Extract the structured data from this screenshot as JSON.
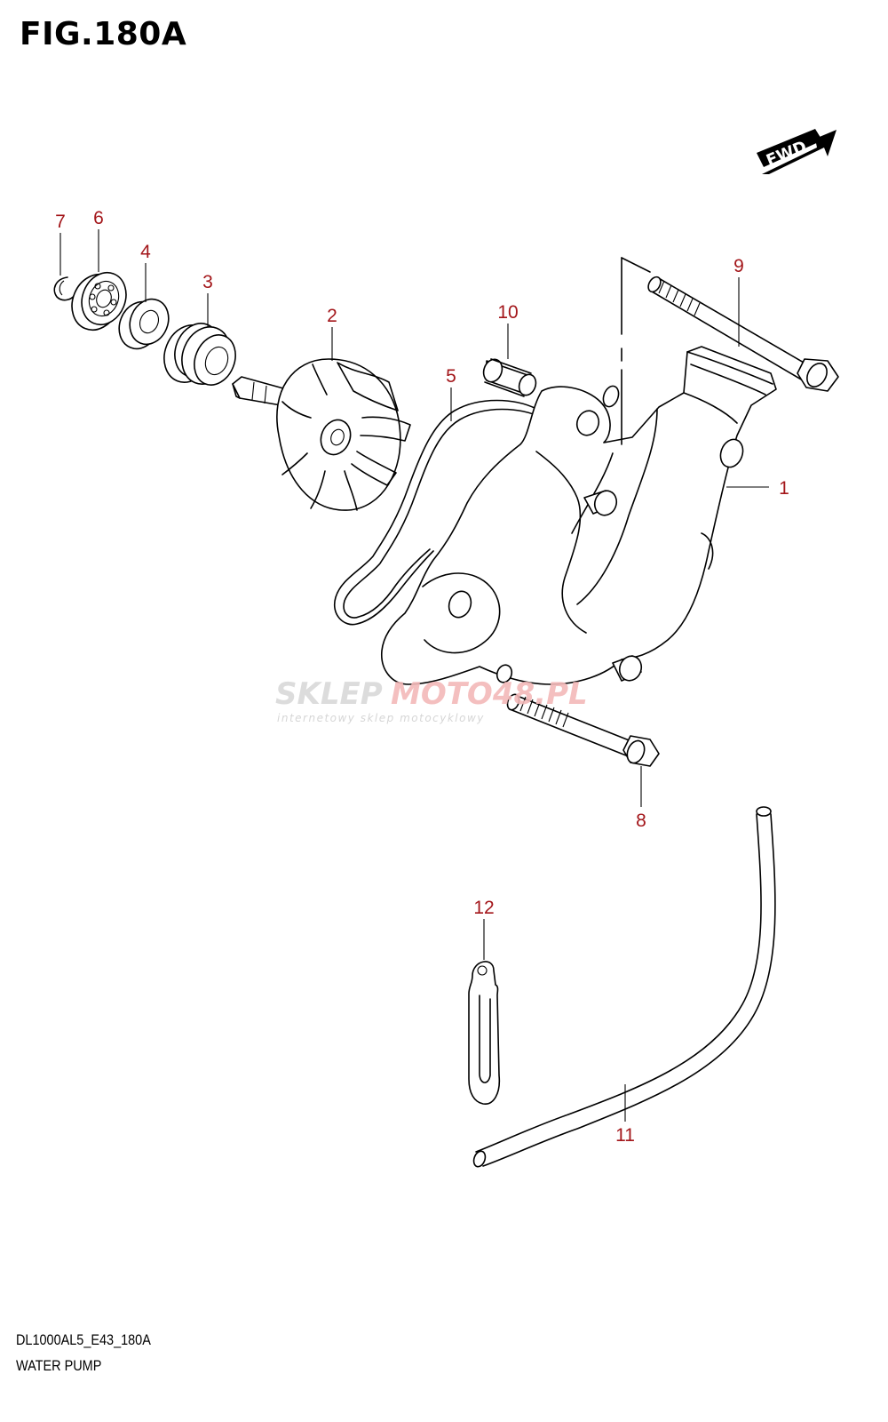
{
  "figure": {
    "title": "FIG.180A",
    "footer_code": "DL1000AL5_E43_180A",
    "footer_name": "WATER PUMP"
  },
  "fwd_label": "FWD",
  "watermark": {
    "brand_a": "SKLEP",
    "brand_b": "MOTO48.PL",
    "tagline": "internetowy sklep motocyklowy"
  },
  "callouts": [
    {
      "id": "1",
      "label": "1"
    },
    {
      "id": "2",
      "label": "2"
    },
    {
      "id": "3",
      "label": "3"
    },
    {
      "id": "4",
      "label": "4"
    },
    {
      "id": "5",
      "label": "5"
    },
    {
      "id": "6",
      "label": "6"
    },
    {
      "id": "7",
      "label": "7"
    },
    {
      "id": "8",
      "label": "8"
    },
    {
      "id": "9",
      "label": "9"
    },
    {
      "id": "10",
      "label": "10"
    },
    {
      "id": "11",
      "label": "11"
    },
    {
      "id": "12",
      "label": "12"
    }
  ],
  "colors": {
    "callout": "#a3161a",
    "line": "#000000",
    "watermark_gray": "#d9d9d9",
    "watermark_red": "#f3b9b9"
  }
}
